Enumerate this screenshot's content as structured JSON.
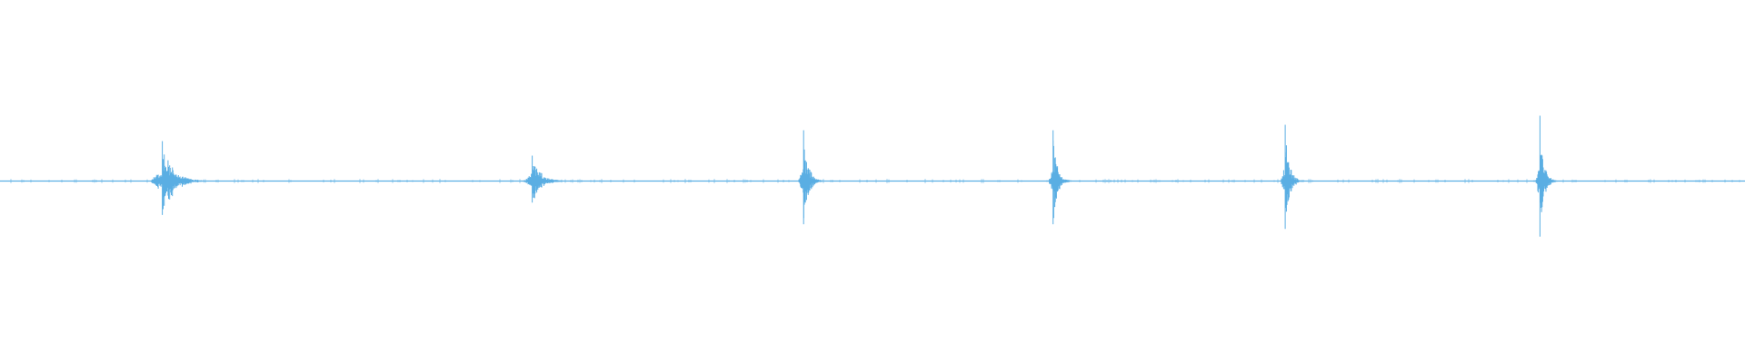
{
  "waveform": {
    "color": "#5aaee3",
    "baseline_level": 0.0,
    "transients": [
      {
        "time": 0.093,
        "amplitude": 0.22,
        "duration": 0.028
      },
      {
        "time": 0.305,
        "amplitude": 0.14,
        "duration": 0.022
      },
      {
        "time": 0.4605,
        "amplitude": 0.28,
        "duration": 0.012
      },
      {
        "time": 0.6035,
        "amplitude": 0.28,
        "duration": 0.011
      },
      {
        "time": 0.7365,
        "amplitude": 0.31,
        "duration": 0.011
      },
      {
        "time": 0.8825,
        "amplitude": 0.36,
        "duration": 0.01
      }
    ]
  }
}
